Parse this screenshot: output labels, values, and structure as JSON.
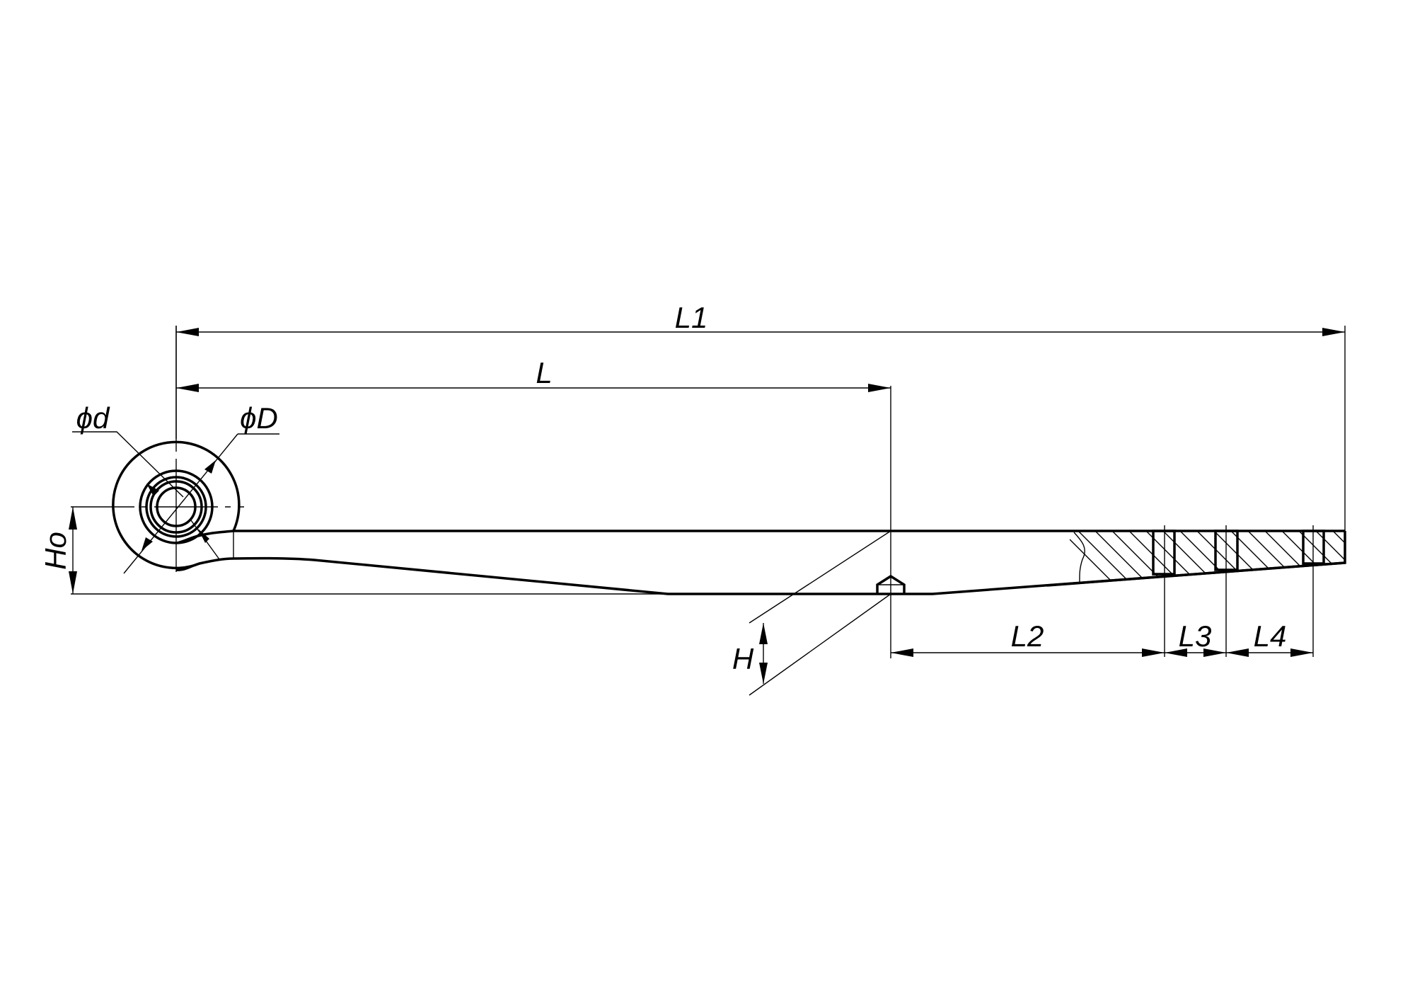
{
  "drawing": {
    "title": "Leaf spring with eye - dimension drawing",
    "line_color": "#000000",
    "background": "#ffffff"
  },
  "dimensions": {
    "L1": "L1",
    "L": "L",
    "L2": "L2",
    "L3": "L3",
    "L4": "L4",
    "H": "H",
    "Ho": "Ho",
    "d": "ϕd",
    "D": "ϕD"
  }
}
